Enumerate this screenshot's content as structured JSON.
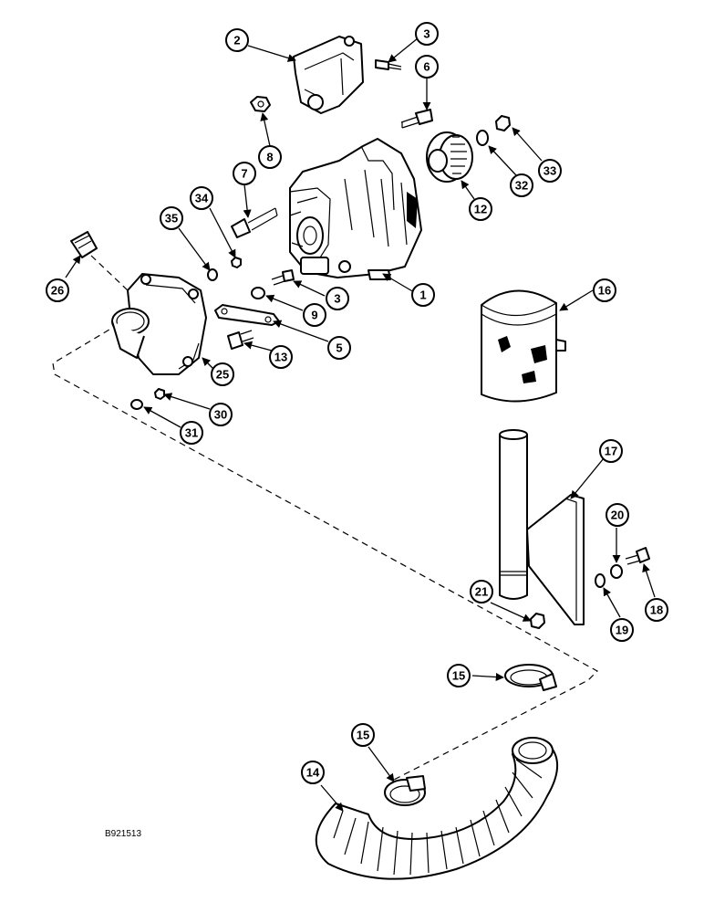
{
  "figure_id": "B921513",
  "callouts": {
    "c1": "1",
    "c2": "2",
    "c3a": "3",
    "c3b": "3",
    "c5": "5",
    "c6": "6",
    "c7": "7",
    "c8": "8",
    "c9": "9",
    "c12": "12",
    "c13": "13",
    "c14": "14",
    "c15a": "15",
    "c15b": "15",
    "c16": "16",
    "c17": "17",
    "c18": "18",
    "c19": "19",
    "c20": "20",
    "c21": "21",
    "c25": "25",
    "c26": "26",
    "c30": "30",
    "c31": "31",
    "c32": "32",
    "c33": "33",
    "c34": "34",
    "c35": "35"
  }
}
